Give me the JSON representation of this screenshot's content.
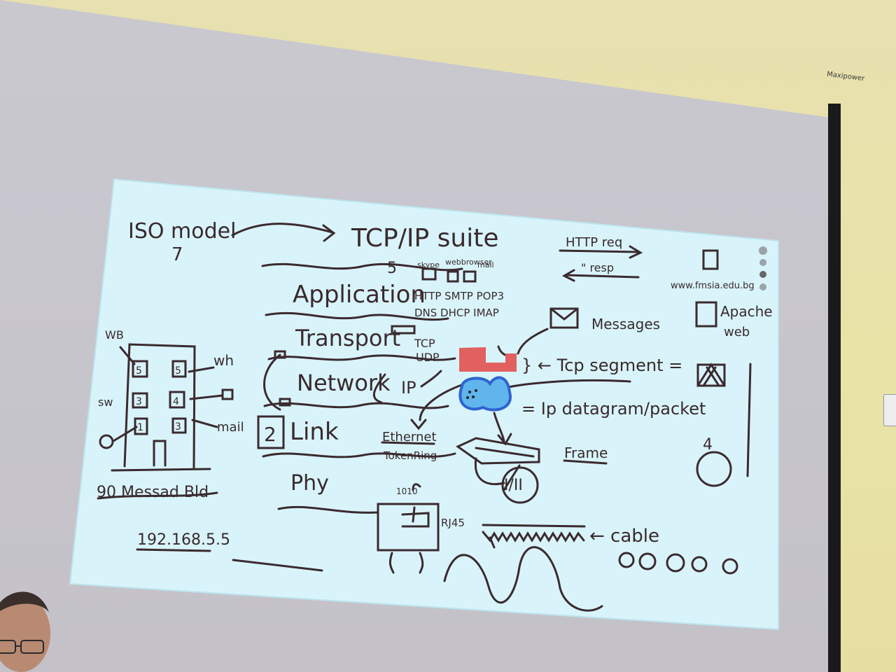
{
  "scene": {
    "brand": "Maxipower"
  },
  "whiteboard": {
    "iso_model": "ISO model",
    "iso_layers": "7",
    "tcpip_suite": "TCP/IP suite",
    "tcpip_layers": "5",
    "apps": [
      "skype",
      "webbrowser",
      "mail"
    ],
    "http_req": "HTTP req",
    "http_resp": "\" resp",
    "url": "www.fmsia.edu.bg",
    "apache": "Apache",
    "apache_web": "web",
    "application": "Application",
    "app_protocols_1": "HTTP SMTP POP3",
    "app_protocols_2": "DNS DHCP IMAP",
    "messages": "Messages",
    "transport": "Transport",
    "tcp": "TCP",
    "udp": "UDP",
    "tcp_segment": "} ← Tcp segment =",
    "network": "Network",
    "ip": "IP",
    "ip_datagram": "= Ip datagram/packet",
    "wb": "WB",
    "web": "wh",
    "sw": "sw",
    "mail": "mail",
    "rooms": [
      "5",
      "5",
      "3",
      "4",
      "1",
      "3"
    ],
    "layer2": "2",
    "link": "Link",
    "ethernet": "Ethernet",
    "token_ring": "TokenRing",
    "frame": "Frame",
    "roman": "I/II",
    "phy": "Phy",
    "address": "90 Messad Bld",
    "ip_address": "192.168.5.5",
    "bits": "1010",
    "rj45": "RJ45",
    "cable": "← cable",
    "number_four": "4"
  }
}
